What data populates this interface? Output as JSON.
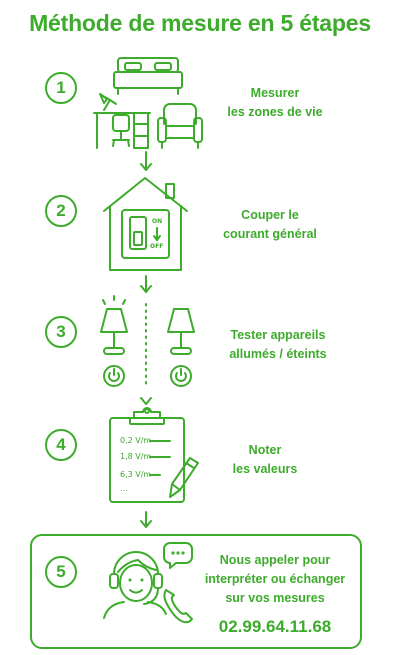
{
  "title": "Méthode de mesure en 5 étapes",
  "colors": {
    "accent": "#3dab2b"
  },
  "steps": [
    {
      "number": "1",
      "line1": "Mesurer",
      "line2": "les zones de vie",
      "icon": "bedroom-office-livingroom-icon"
    },
    {
      "number": "2",
      "line1": "Couper le",
      "line2": "courant général",
      "icon": "house-breaker-icon"
    },
    {
      "number": "3",
      "line1": "Tester appareils",
      "line2": "allumés / éteints",
      "icon": "lamps-power-icon"
    },
    {
      "number": "4",
      "line1": "Noter",
      "line2": "les valeurs",
      "icon": "clipboard-pen-icon"
    },
    {
      "number": "5",
      "line1": "Nous appeler pour",
      "line2": "interpréter ou échanger",
      "line3": "sur vos mesures",
      "phone": "02.99.64.11.68",
      "icon": "support-agent-icon"
    }
  ],
  "breaker": {
    "on": "ON",
    "off": "OFF"
  },
  "sheet": {
    "values": [
      "0,2 V/m",
      "1,8 V/m",
      "6,3 V/m",
      "..."
    ]
  }
}
